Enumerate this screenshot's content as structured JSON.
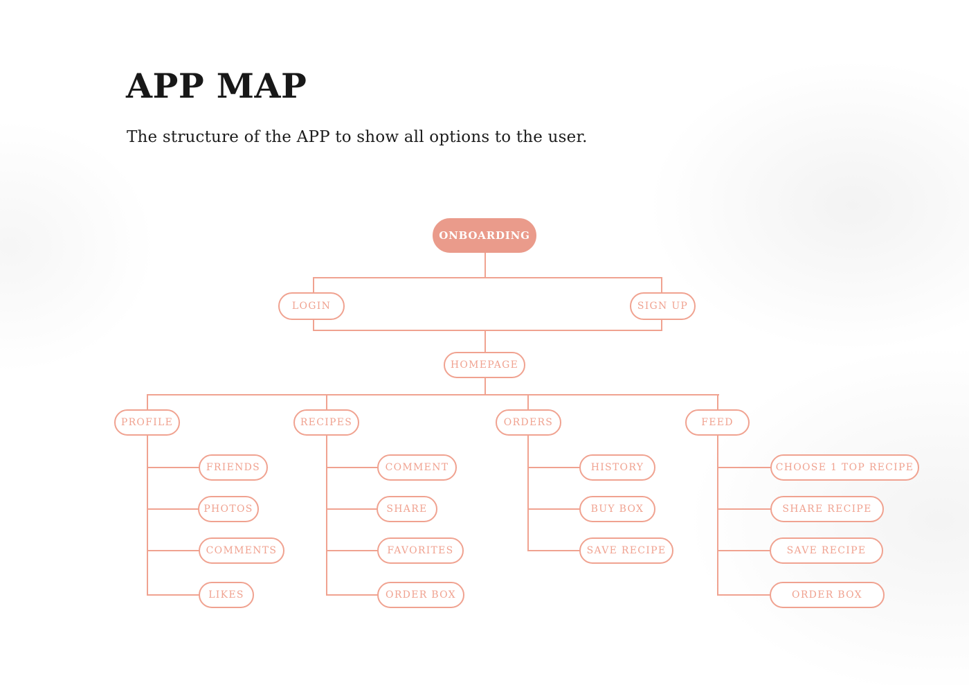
{
  "header": {
    "title": "APP MAP",
    "subtitle": "The structure of the APP to show all options to the user."
  },
  "colors": {
    "node_fill": "#ea9b8b",
    "node_outline": "#f0a290",
    "node_text": "#f0a290",
    "root_text": "#ffffff",
    "heading_text": "#181818"
  },
  "map": {
    "root_label": "ONBOARDING",
    "login_label": "LOGIN",
    "signup_label": "SIGN UP",
    "homepage_label": "HOMEPAGE",
    "branches": [
      {
        "label": "PROFILE",
        "children": [
          "FRIENDS",
          "PHOTOS",
          "COMMENTS",
          "LIKES"
        ]
      },
      {
        "label": "RECIPES",
        "children": [
          "COMMENT",
          "SHARE",
          "FAVORITES",
          "ORDER BOX"
        ]
      },
      {
        "label": "ORDERS",
        "children": [
          "HISTORY",
          "BUY BOX",
          "SAVE RECIPE"
        ]
      },
      {
        "label": "FEED",
        "children": [
          "CHOOSE 1 TOP RECIPE",
          "SHARE RECIPE",
          "SAVE RECIPE",
          "ORDER BOX"
        ]
      }
    ]
  }
}
